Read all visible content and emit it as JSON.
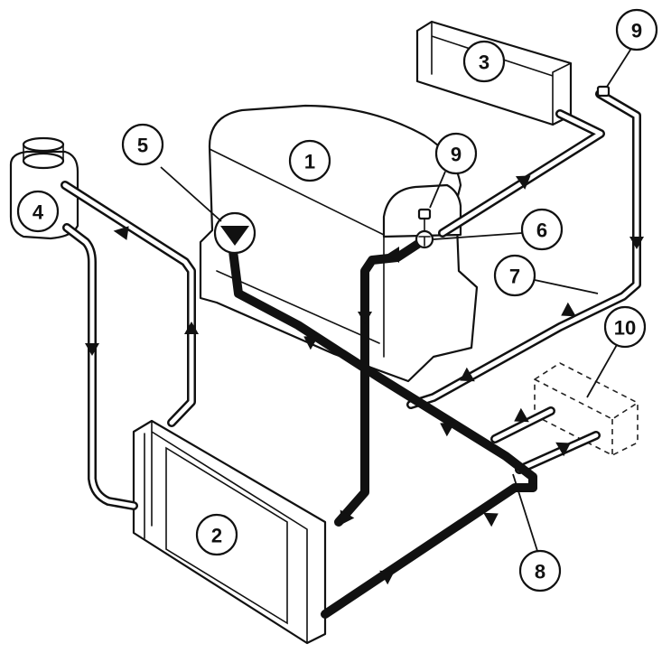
{
  "diagram": {
    "callouts": {
      "engine": "1",
      "radiator": "2",
      "heater_core": "3",
      "expansion_tank": "4",
      "water_pump": "5",
      "thermostat": "6",
      "heater_hose_junction": "7",
      "bypass_junction": "8",
      "bleed_screw_heater": "9",
      "bleed_screw_engine": "9",
      "auxiliary_unit": "10"
    }
  }
}
